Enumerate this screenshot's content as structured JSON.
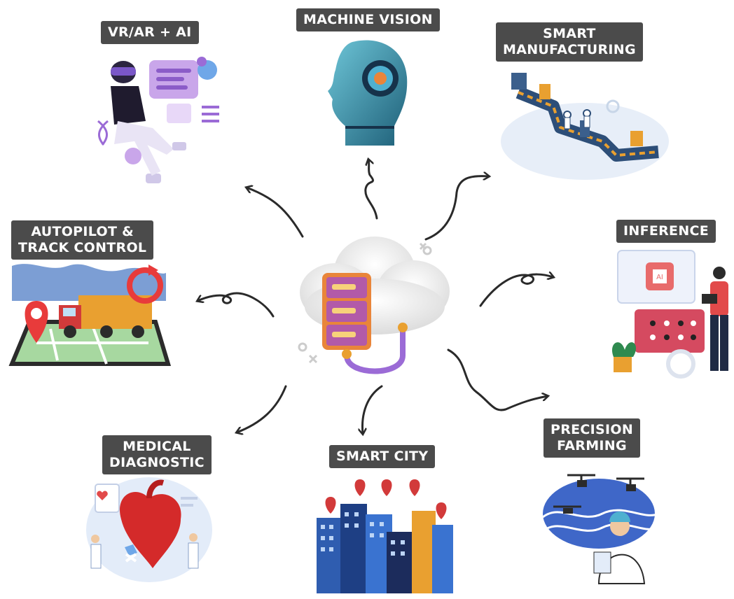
{
  "center": {
    "icon": "cloud-server-icon"
  },
  "nodes": [
    {
      "id": "vr",
      "lines": [
        "VR/AR + AI"
      ],
      "icon": "vr-user-illustration"
    },
    {
      "id": "mv",
      "lines": [
        "MACHINE VISION"
      ],
      "icon": "robot-head-illustration"
    },
    {
      "id": "sm",
      "lines": [
        "SMART",
        "MANUFACTURING"
      ],
      "icon": "factory-line-illustration"
    },
    {
      "id": "inf",
      "lines": [
        "INFERENCE"
      ],
      "icon": "ai-chip-illustration"
    },
    {
      "id": "auto",
      "lines": [
        "AUTOPILOT &",
        "TRACK CONTROL"
      ],
      "icon": "truck-map-illustration"
    },
    {
      "id": "med",
      "lines": [
        "MEDICAL",
        "DIAGNOSTIC"
      ],
      "icon": "heart-illustration"
    },
    {
      "id": "city",
      "lines": [
        "SMART CITY"
      ],
      "icon": "city-buildings-illustration"
    },
    {
      "id": "farm",
      "lines": [
        "PRECISION",
        "FARMING"
      ],
      "icon": "drone-farmer-illustration"
    }
  ],
  "colors": {
    "label_bg": "#4b4b4b",
    "label_text": "#ffffff",
    "arrow": "#2a2a2a",
    "accent_purple": "#9b6bd6",
    "accent_orange": "#e9853a"
  }
}
